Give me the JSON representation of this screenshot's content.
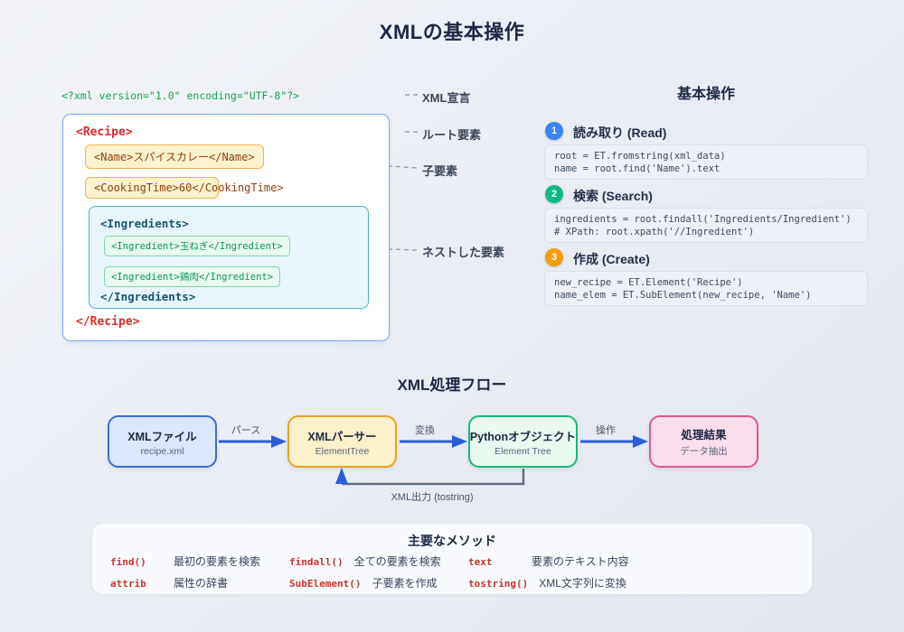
{
  "page": {
    "title": "XMLの基本操作"
  },
  "xml_example": {
    "declaration": "<?xml version=\"1.0\" encoding=\"UTF-8\"?>",
    "recipe_open": "<Recipe>",
    "name_line": "<Name>スパイスカレー</Name>",
    "cooking_line": "<CookingTime>60</CookingTime>",
    "ingredients_open": "<Ingredients>",
    "ingredient_onion": "<Ingredient>玉ねぎ</Ingredient>",
    "ingredient_chicken": "<Ingredient>鶏肉</Ingredient>",
    "ingredients_close": "</Ingredients>",
    "recipe_close": "</Recipe>"
  },
  "annotations": {
    "declaration": "XML宣言",
    "root": "ルート要素",
    "child": "子要素",
    "nested": "ネストした要素"
  },
  "operations": {
    "title": "基本操作",
    "steps": [
      {
        "num": "1",
        "label": "読み取り (Read)",
        "color": "#3b82f6",
        "code": [
          "root = ET.fromstring(xml_data)",
          "name = root.find('Name').text"
        ]
      },
      {
        "num": "2",
        "label": "検索 (Search)",
        "color": "#10b981",
        "code": [
          "ingredients = root.findall('Ingredients/Ingredient')",
          "# XPath: root.xpath('//Ingredient')"
        ]
      },
      {
        "num": "3",
        "label": "作成 (Create)",
        "color": "#f59e0b",
        "code": [
          "new_recipe = ET.Element('Recipe')",
          "name_elem = ET.SubElement(new_recipe, 'Name')"
        ]
      }
    ]
  },
  "flow": {
    "title": "XML処理フロー",
    "nodes": [
      {
        "title": "XMLファイル",
        "subtitle": "recipe.xml"
      },
      {
        "title": "XMLパーサー",
        "subtitle": "ElementTree"
      },
      {
        "title": "Pythonオブジェクト",
        "subtitle": "Element Tree"
      },
      {
        "title": "処理結果",
        "subtitle": "データ抽出"
      }
    ],
    "arrow_labels": [
      "パース",
      "変換",
      "操作"
    ],
    "return_label": "XML出力 (tostring)"
  },
  "methods": {
    "title": "主要なメソッド",
    "items": [
      {
        "name": "find()",
        "desc": "最初の要素を検索"
      },
      {
        "name": "findall()",
        "desc": "全ての要素を検索"
      },
      {
        "name": "text",
        "desc": "要素のテキスト内容"
      },
      {
        "name": "attrib",
        "desc": "属性の辞書"
      },
      {
        "name": "SubElement()",
        "desc": "子要素を作成"
      },
      {
        "name": "tostring()",
        "desc": "XML文字列に変換"
      }
    ]
  },
  "colors": {
    "tag_red": "#d92b2b",
    "declaration_green": "#16a34a",
    "amber_border": "#efb54b",
    "teal_border": "#47b0d6",
    "green_border": "#7cd9a6",
    "arrow_blue": "#2b5ed8",
    "return_gray": "#636e82",
    "node_blue_border": "#3b6cd9",
    "node_orange_border": "#e8a31c",
    "node_green_border": "#1cb877",
    "node_pink_border": "#df5694",
    "method_red": "#d03131"
  }
}
